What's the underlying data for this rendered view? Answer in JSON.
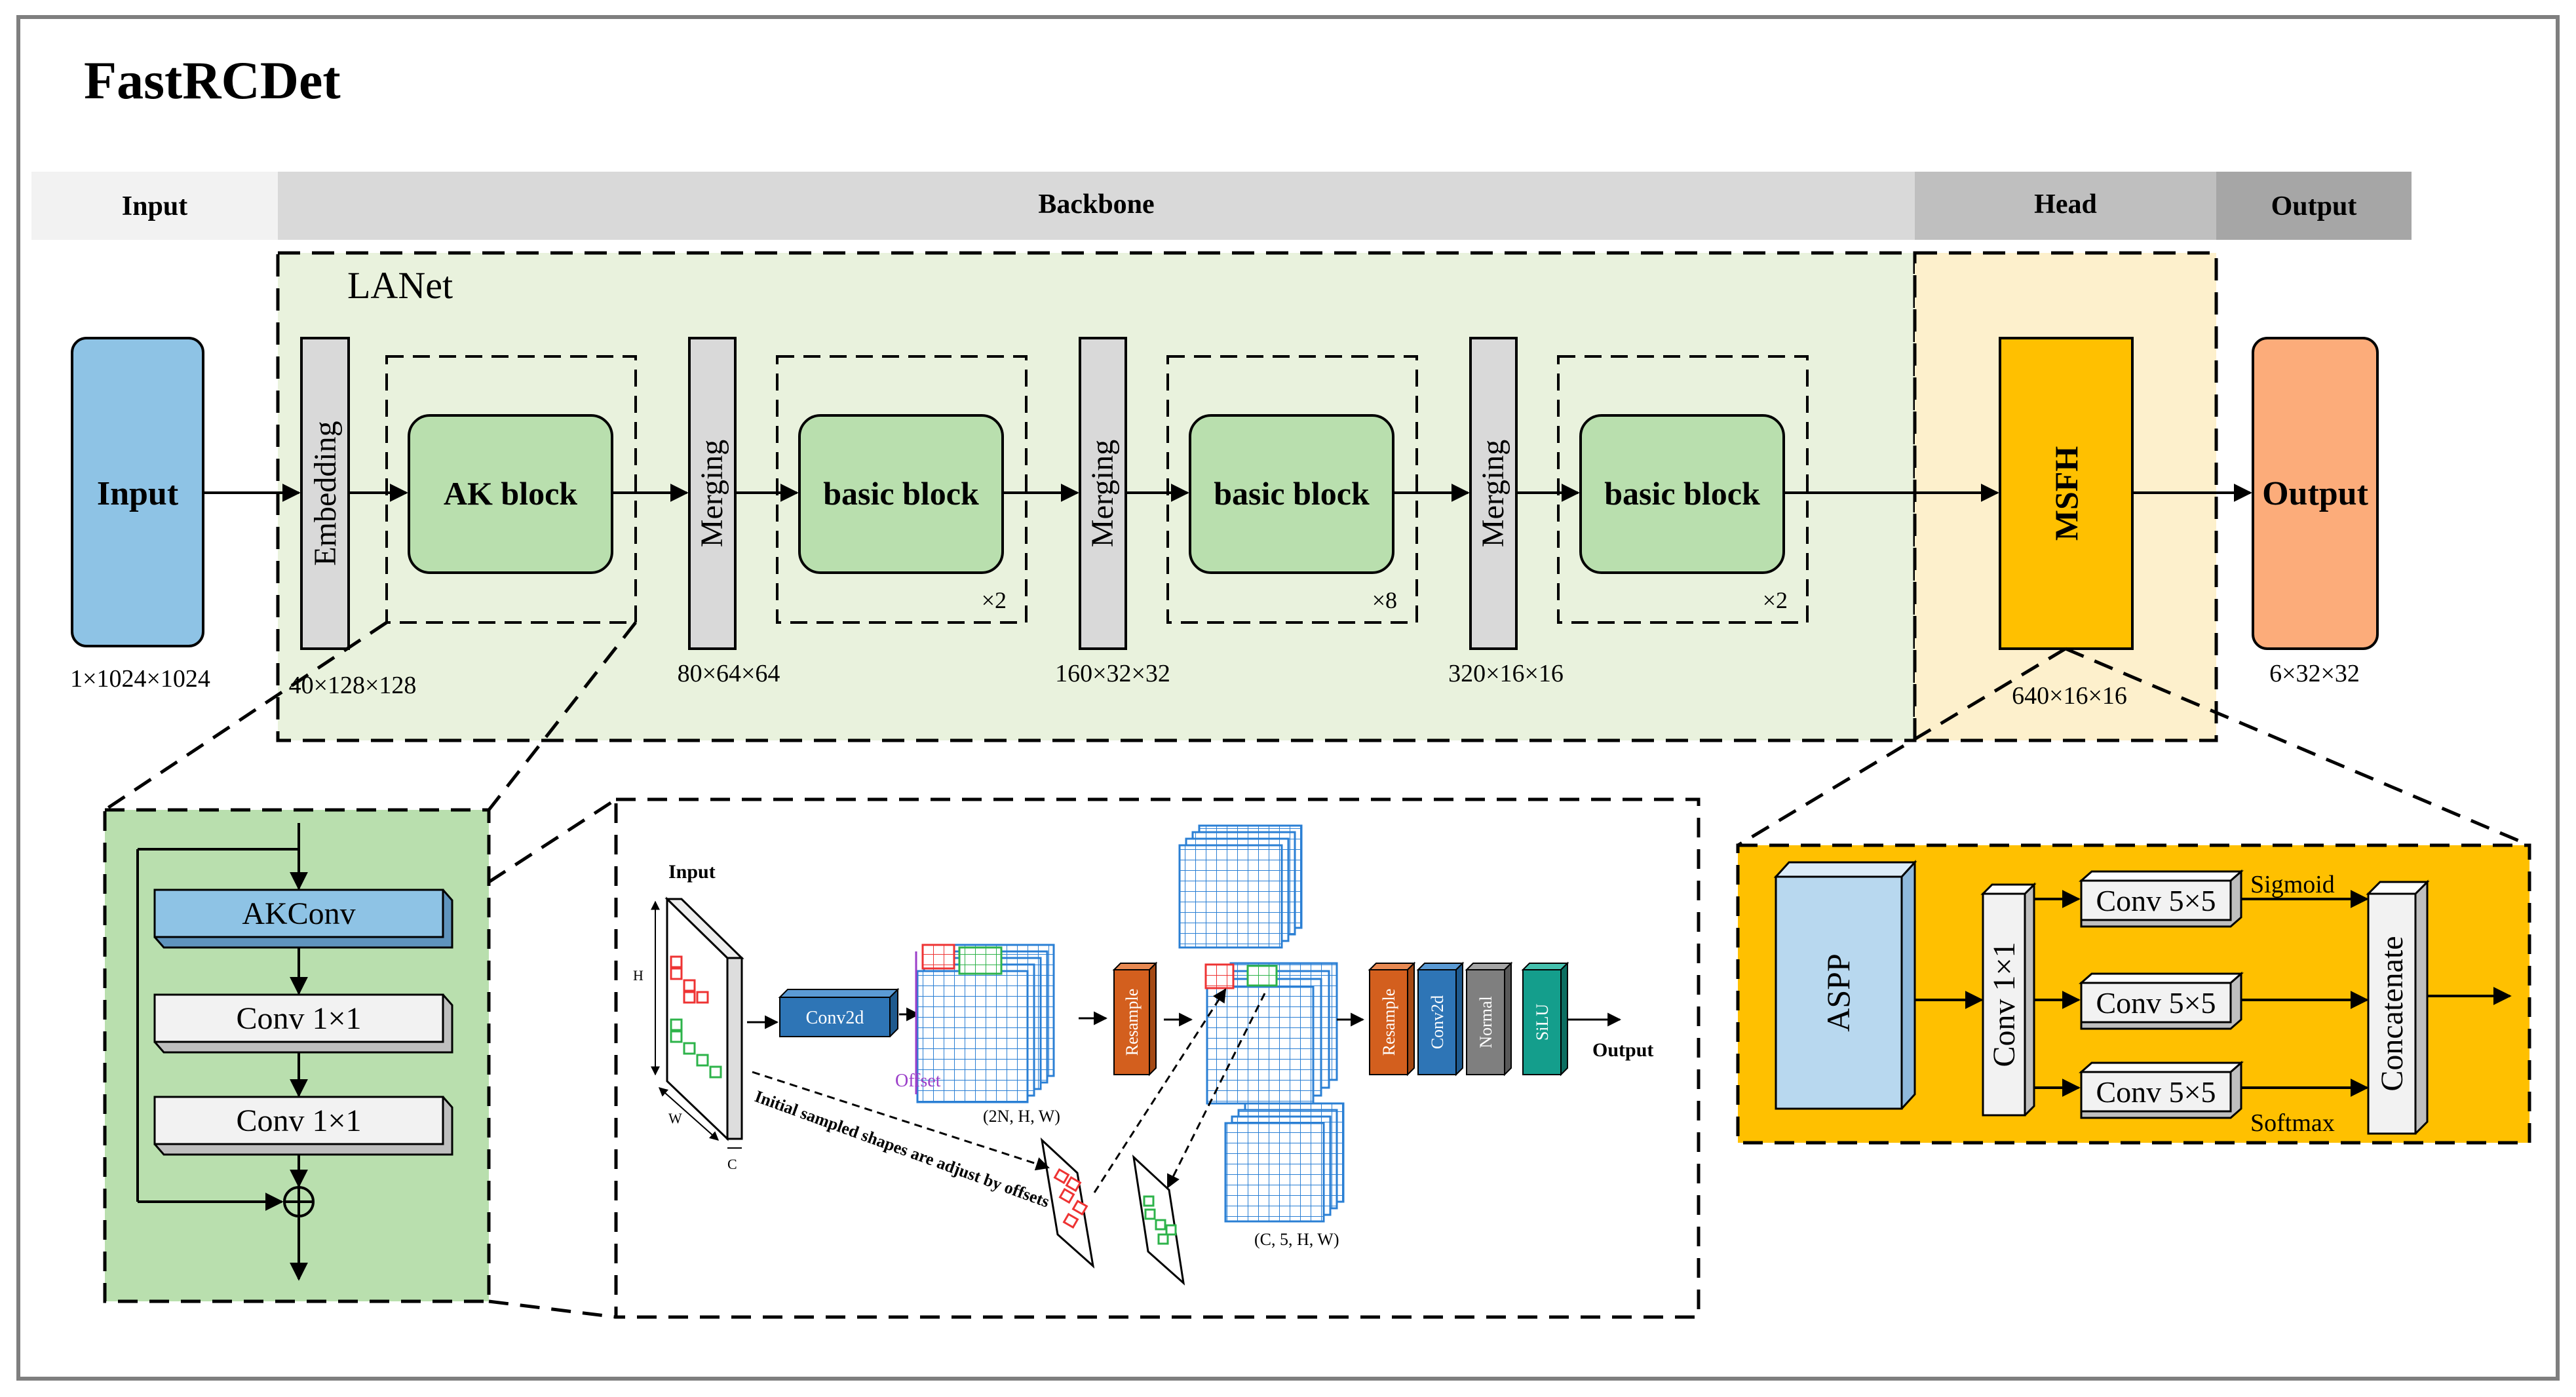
{
  "title": "FastRCDet",
  "sections": {
    "input": "Input",
    "backbone": "Backbone",
    "head": "Head",
    "output": "Output"
  },
  "lanet_label": "LANet",
  "main": {
    "input_block": "Input",
    "input_dims": "1×1024×1024",
    "embedding": "Embedding",
    "embedding_dims": "40×128×128",
    "ak_block": "AK block",
    "merging1": "Merging",
    "merging1_dims": "80×64×64",
    "basic_block1": "basic block",
    "repeat1": "×2",
    "merging2": "Merging",
    "merging2_dims": "160×32×32",
    "basic_block2": "basic block",
    "repeat2": "×8",
    "merging3": "Merging",
    "merging3_dims": "320×16×16",
    "basic_block3": "basic block",
    "repeat3": "×2",
    "msfh": "MSFH",
    "msfh_dims": "640×16×16",
    "output_block": "Output",
    "output_dims": "6×32×32"
  },
  "ak_detail": {
    "akconv": "AKConv",
    "conv1": "Conv 1×1",
    "conv2": "Conv 1×1"
  },
  "akconv_detail": {
    "input": "Input",
    "h": "H",
    "w": "W",
    "c": "C",
    "conv2d": "Conv2d",
    "offset": "Offset",
    "dims_2n": "(2N, H, W)",
    "resample": "Resample",
    "dims_c5": "(C, 5, H, W)",
    "resample2": "Resample",
    "conv2d_v": "Conv2d",
    "normal": "Normal",
    "silu": "SiLU",
    "output": "Output",
    "note": "Initial sampled shapes are adjust by offsets"
  },
  "msfh_detail": {
    "aspp": "ASPP",
    "conv1x1": "Conv 1×1",
    "conv5a": "Conv 5×5",
    "conv5b": "Conv 5×5",
    "conv5c": "Conv 5×5",
    "sigmoid": "Sigmoid",
    "softmax": "Softmax",
    "concatenate": "Concatenate"
  },
  "colors": {
    "lanet_bg": "#e9f2dd",
    "head_bg": "#fdf0cc",
    "green_block": "#b9dfae",
    "input_blue": "#8ec3e5",
    "output_orange": "#fcac7a",
    "msfh_gold": "#ffc000",
    "gray_block": "#d9d9d9",
    "ak_panel": "#b9dfae",
    "akconv_blue": "#8ec3e5",
    "aspp_blue": "#b8d8ef",
    "resample_orange": "#d35f1e",
    "conv_blue": "#2e75b6",
    "normal_gray": "#7f7f7f",
    "silu_teal": "#149e8c"
  }
}
